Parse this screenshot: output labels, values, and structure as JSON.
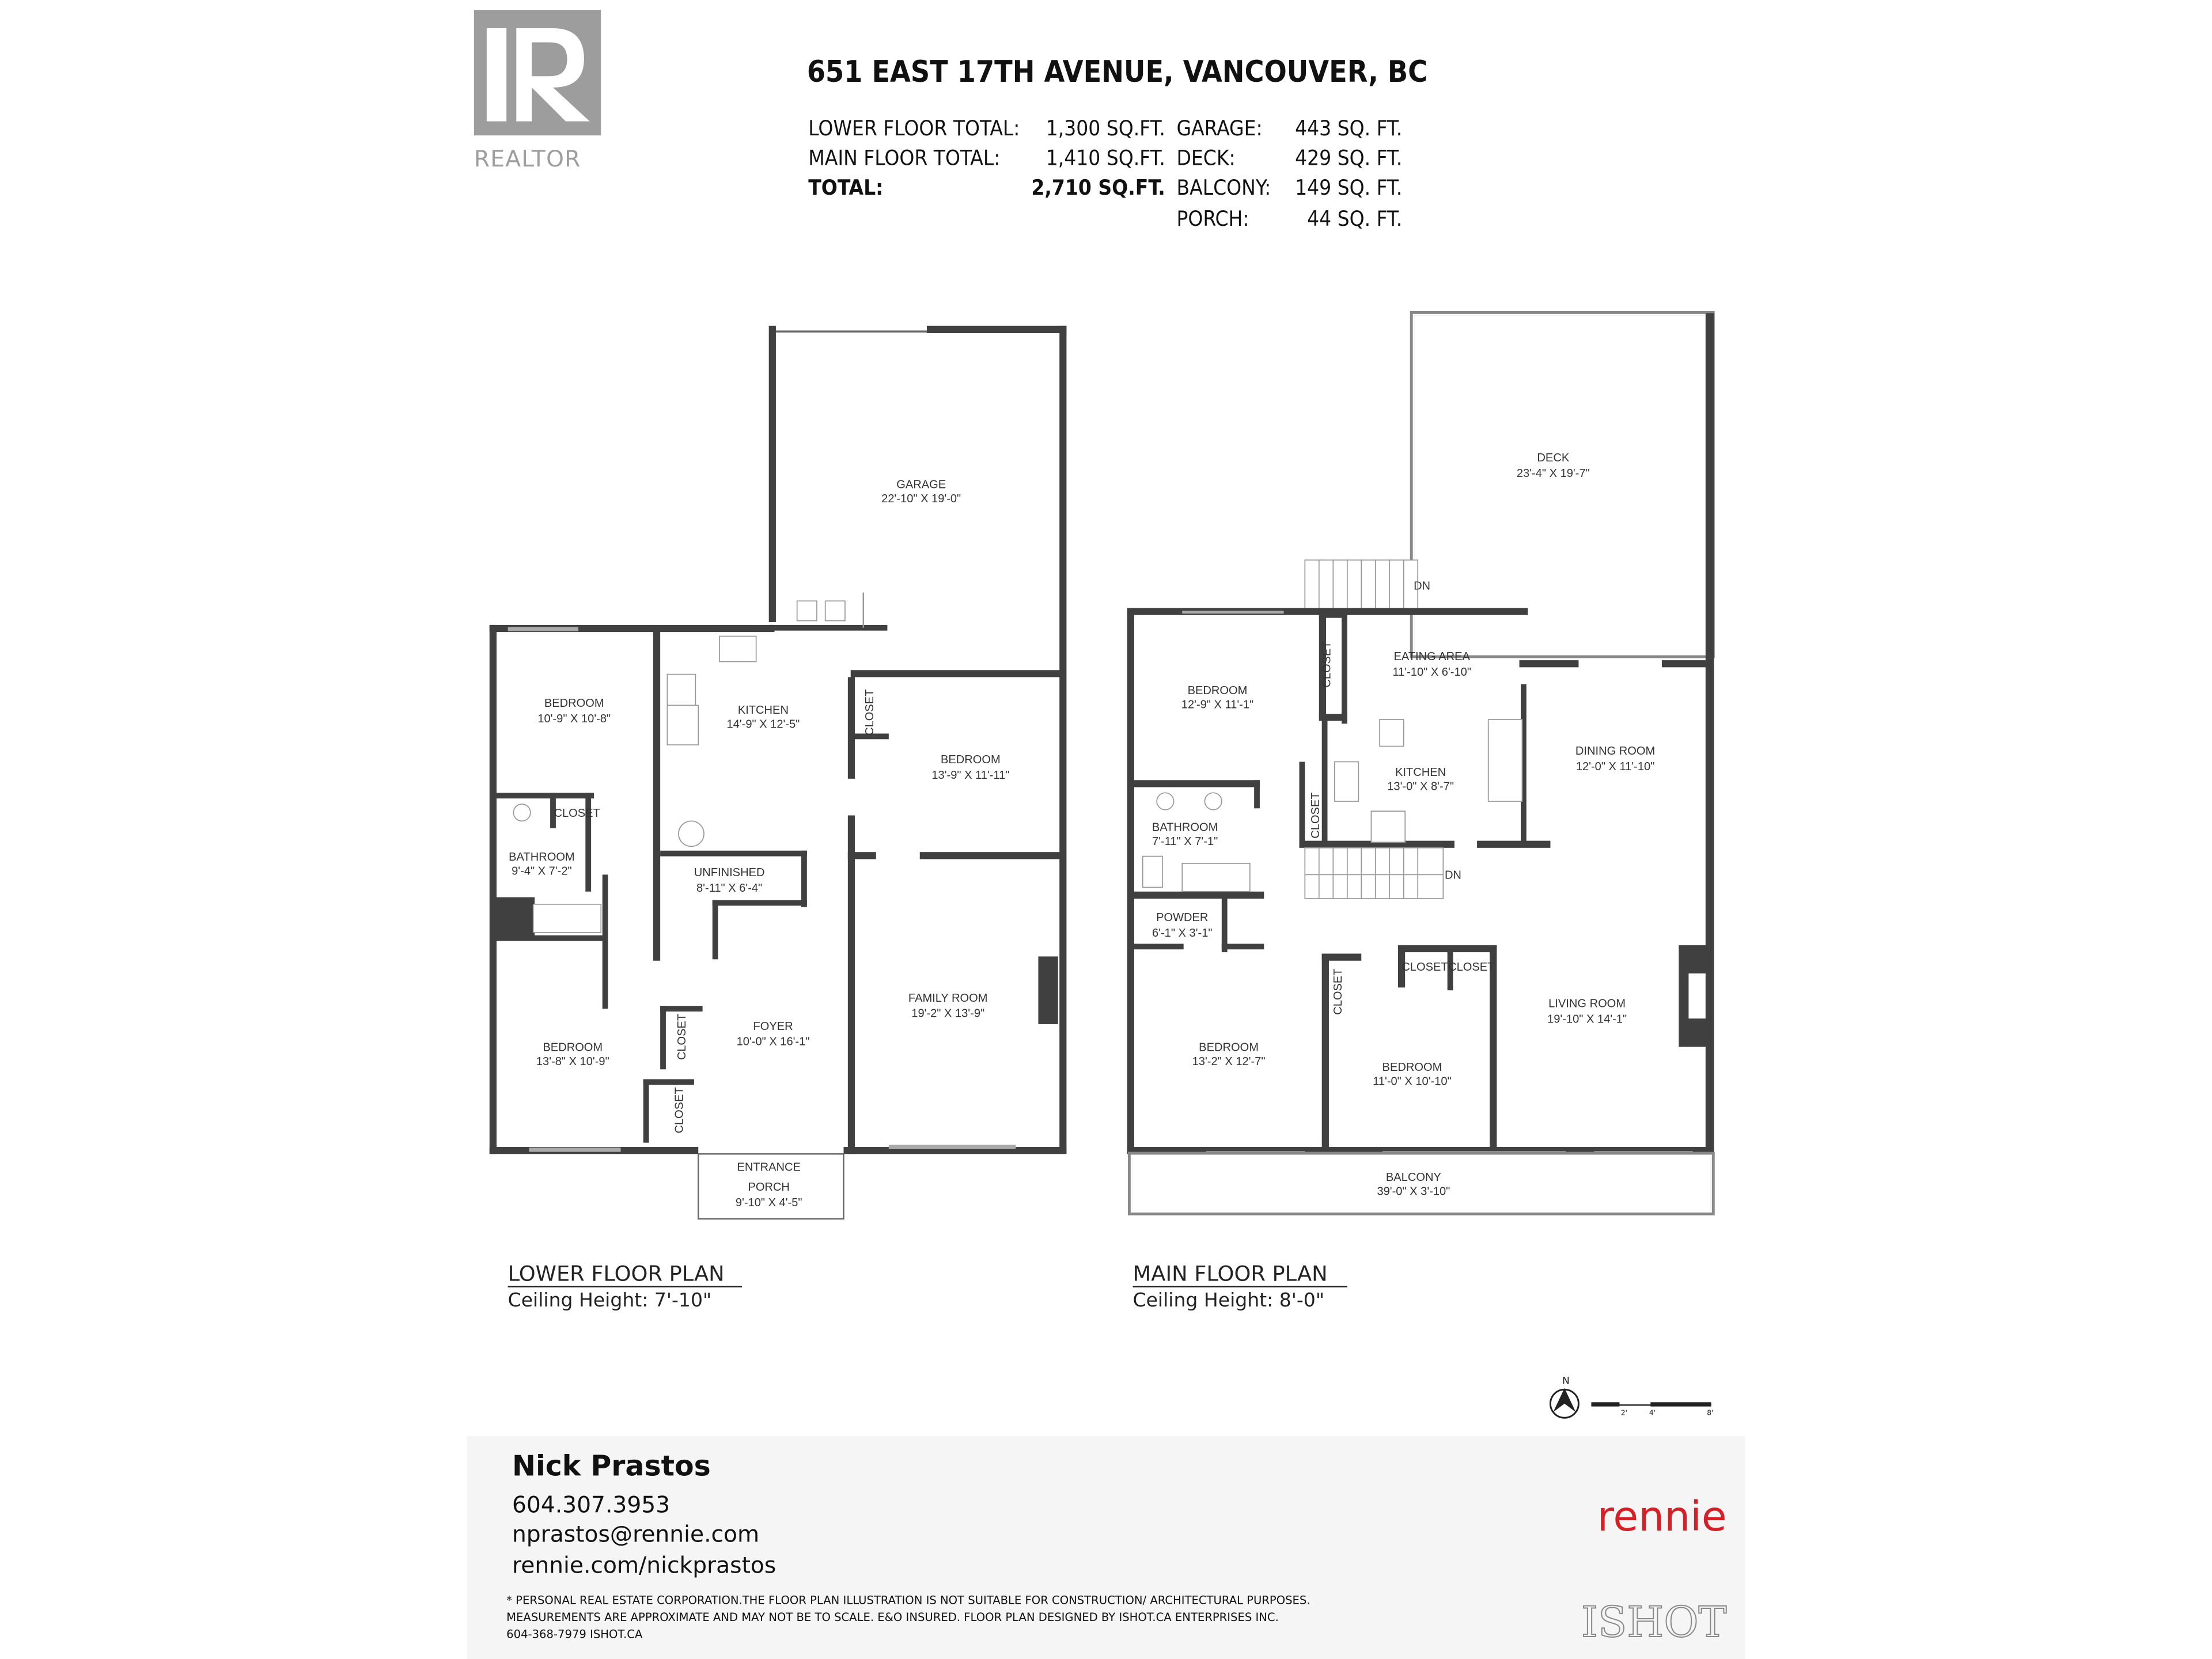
{
  "header": {
    "logo_text": "REALTOR",
    "address": "651 EAST 17TH AVENUE, VANCOUVER, BC",
    "stats_left": [
      {
        "label": "LOWER FLOOR TOTAL:",
        "value": "1,300 SQ.FT."
      },
      {
        "label": "MAIN FLOOR TOTAL:",
        "value": "1,410 SQ.FT."
      },
      {
        "label": "TOTAL:",
        "value": "2,710 SQ.FT."
      }
    ],
    "stats_right": [
      {
        "label": "GARAGE:",
        "value": "443 SQ. FT."
      },
      {
        "label": "DECK:",
        "value": "429 SQ. FT."
      },
      {
        "label": "BALCONY:",
        "value": "149 SQ. FT."
      },
      {
        "label": "PORCH:",
        "value": "44 SQ. FT."
      }
    ]
  },
  "lower": {
    "title": "LOWER FLOOR PLAN",
    "ceiling": "Ceiling Height: 7'-10\"",
    "rooms": [
      {
        "name": "GARAGE",
        "dims": "22'-10\" X 19'-0\""
      },
      {
        "name": "BEDROOM",
        "dims": "10'-9\" X 10'-8\""
      },
      {
        "name": "KITCHEN",
        "dims": "14'-9\" X 12'-5\""
      },
      {
        "name": "BEDROOM",
        "dims": "13'-9\" X 11'-11\""
      },
      {
        "name": "BATHROOM",
        "dims": "9'-4\" X 7'-2\""
      },
      {
        "name": "UNFINISHED",
        "dims": "8'-11\" X 6'-4\""
      },
      {
        "name": "FAMILY ROOM",
        "dims": "19'-2\" X 13'-9\""
      },
      {
        "name": "FOYER",
        "dims": "10'-0\" X 16'-1\""
      },
      {
        "name": "BEDROOM",
        "dims": "13'-8\" X 10'-9\""
      }
    ],
    "closet": "CLOSET",
    "porch": {
      "line1": "ENTRANCE",
      "line2": "PORCH",
      "dims": "9'-10\" X 4'-5\""
    }
  },
  "main": {
    "title": "MAIN FLOOR PLAN",
    "ceiling": "Ceiling Height: 8'-0\"",
    "rooms": [
      {
        "name": "DECK",
        "dims": "23'-4\" X 19'-7\""
      },
      {
        "name": "BEDROOM",
        "dims": "12'-9\" X 11'-1\""
      },
      {
        "name": "EATING AREA",
        "dims": "11'-10\" X 6'-10\""
      },
      {
        "name": "DINING ROOM",
        "dims": "12'-0\" X 11'-10\""
      },
      {
        "name": "KITCHEN",
        "dims": "13'-0\" X 8'-7\""
      },
      {
        "name": "BATHROOM",
        "dims": "7'-11\" X 7'-1\""
      },
      {
        "name": "POWDER",
        "dims": "6'-1\" X 3'-1\""
      },
      {
        "name": "LIVING ROOM",
        "dims": "19'-10\" X 14'-1\""
      },
      {
        "name": "BEDROOM",
        "dims": "13'-2\" X 12'-7\""
      },
      {
        "name": "BEDROOM",
        "dims": "11'-0\" X 10'-10\""
      },
      {
        "name": "BALCONY",
        "dims": "39'-0\" X 3'-10\""
      }
    ],
    "closet": "CLOSET",
    "stairs_label": "DN"
  },
  "scale": {
    "north": "N",
    "ticks": [
      "2'",
      "4'",
      "8'"
    ]
  },
  "footer": {
    "agent_name": "Nick Prastos",
    "phone": "604.307.3953",
    "email": "nprastos@rennie.com",
    "website": "rennie.com/nickprastos",
    "brand": "rennie",
    "brand_color": "#d42027",
    "disclaimer": [
      "* PERSONAL REAL ESTATE CORPORATION.THE FLOOR PLAN ILLUSTRATION IS NOT SUITABLE FOR CONSTRUCTION/ ARCHITECTURAL PURPOSES.",
      "MEASUREMENTS ARE APPROXIMATE AND MAY NOT BE TO SCALE. E&O INSURED. FLOOR PLAN DESIGNED BY ISHOT.CA ENTERPRISES INC.",
      "604-368-7979  ISHOT.CA"
    ],
    "ishot_logo": "ISHOT"
  }
}
